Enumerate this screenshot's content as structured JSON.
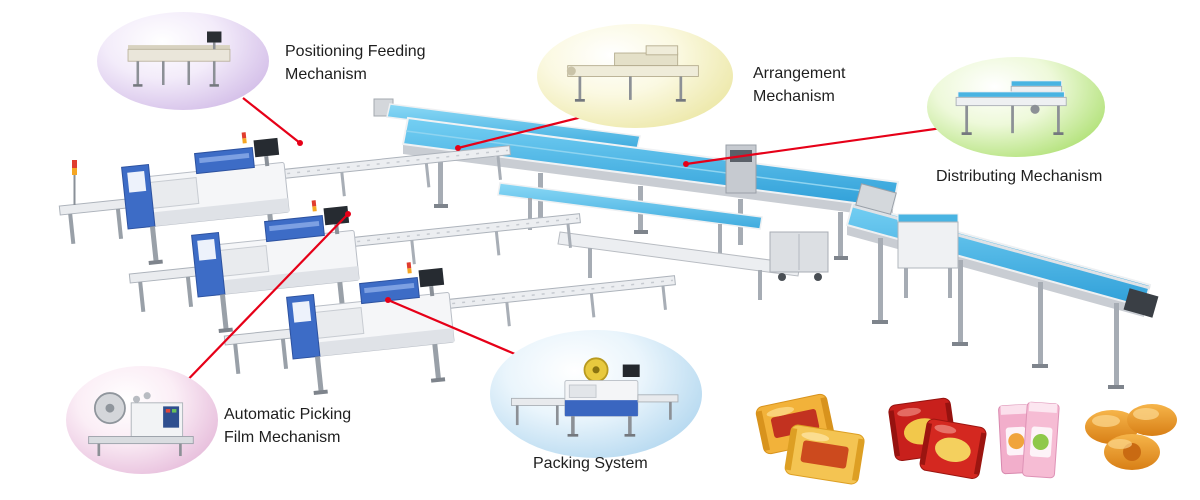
{
  "callouts": [
    {
      "id": "positioning-feeding",
      "label": "Positioning Feeding Mechanism"
    },
    {
      "id": "arrangement",
      "label": "Arrangement Mechanism"
    },
    {
      "id": "distributing",
      "label": "Distributing Mechanism"
    },
    {
      "id": "automatic-picking-film",
      "label": "Automatic Picking Film Mechanism"
    },
    {
      "id": "packing-system",
      "label": "Packing System"
    }
  ],
  "products": [
    {
      "id": "orange-snack-packets"
    },
    {
      "id": "red-snack-packets"
    },
    {
      "id": "pink-pouches"
    },
    {
      "id": "baked-buns"
    }
  ],
  "colors": {
    "connector_red": "#e60018",
    "belt_blue": "#45b3e6",
    "machine_blue": "#3d6cc6",
    "frame_silver": "#e8eaed",
    "oval_purple": "#c5a9e0",
    "oval_yellow": "#e6e08e",
    "oval_green": "#96d74c",
    "oval_pink": "#dda6cf",
    "oval_blue": "#9ccbea"
  }
}
